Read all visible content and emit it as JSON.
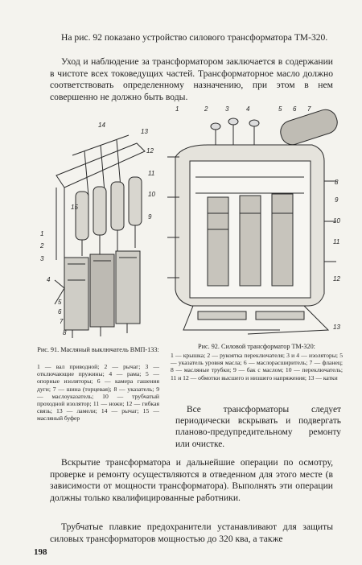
{
  "text": {
    "intro": "На рис. 92 показано устройство силового трансформатора ТМ-320.",
    "care": "Уход и наблюдение за трансформатором заключается в содержании в чистоте всех токоведущих частей. Трансформаторное масло должно соответствовать определенному назначению, при этом в нем совершенно не должно быть воды.",
    "side": "Все трансформаторы следует периодически вскрывать и подвергать планово-предупредительному ремонту или очистке.",
    "opening": "Вскрытие трансформатора и дальнейшие операции по осмотру, проверке и ремонту осуществляются в отведенном для этого месте (в зависимости от мощности трансформатора). Выполнять эти операции должны только квалифицированные работники.",
    "fuses": "Трубчатые плавкие предохранители устанавливают для защиты силовых трансформаторов мощностью до 320 ква, а также"
  },
  "fig91": {
    "caption_title": "Рис. 91. Масляный выключатель ВМП-133:",
    "caption_body": "1 — вал приводной; 2 — рычаг; 3 — отключающие пружины; 4 — рама; 5 — опорные изоляторы; 6 — камера гашения дуги; 7 — шина (торцевая); 8 — указатель; 9 — маслоуказатель; 10 — трубчатый проходной изолятор; 11 — ножи; 12 — гибкая связь; 13 — ламели; 14 — рычаг; 15 — масляный буфер",
    "labels": [
      "14",
      "13",
      "12",
      "11",
      "10",
      "15",
      "1",
      "2",
      "3",
      "4",
      "5",
      "6",
      "7",
      "8",
      "9"
    ]
  },
  "fig92": {
    "caption_title": "Рис. 92. Силовой трансформатор ТМ-320:",
    "caption_body": "1 — крышка; 2 — рукоятка переключателя; 3 и 4 — изоляторы; 5 — указатель уровня масла; 6 — маслорасширитель; 7 — фланец; 8 — масляные трубки; 9 — бак с маслом; 10 — переключатель; 11 и 12 — обмотки высшего и низшего напряжения; 13 — катки",
    "labels": [
      "1",
      "2",
      "3",
      "4",
      "5",
      "6",
      "7",
      "8",
      "9",
      "10",
      "11",
      "12",
      "13"
    ]
  },
  "page_number": "198"
}
